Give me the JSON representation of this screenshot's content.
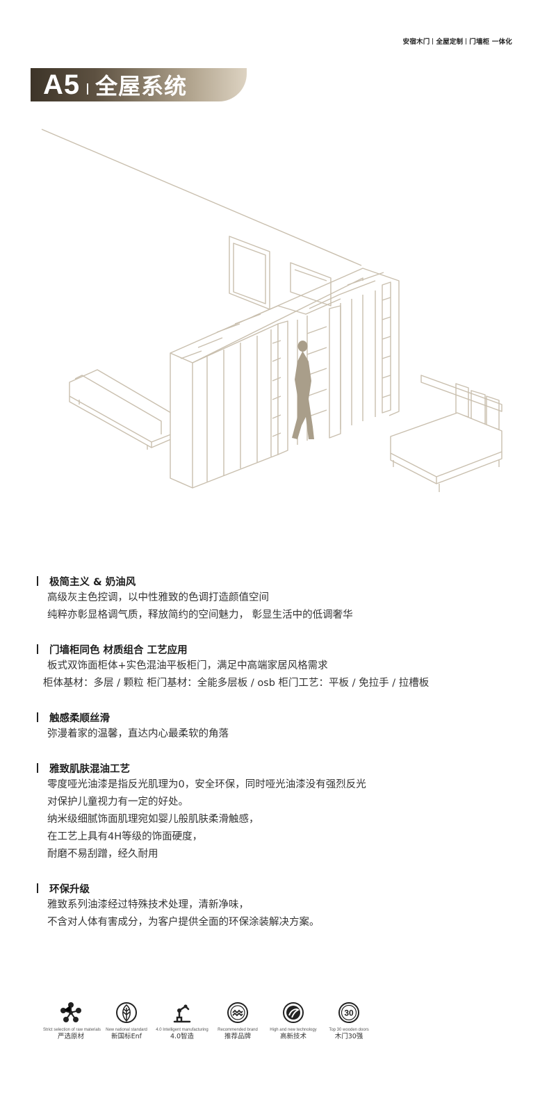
{
  "brand": {
    "name": "安宿木门",
    "part2": "全屋定制",
    "part3": "门墙柜 一体化"
  },
  "title": {
    "code": "A5",
    "text": "全屋系统"
  },
  "sections": [
    {
      "title": "极简主义 & 奶油风",
      "lines": [
        "高级灰主色控调，以中性雅致的色调打造颜值空间",
        "纯粹亦彰显格调气质，释放简约的空间魅力， 彰显生活中的低调奢华"
      ]
    },
    {
      "title": "门墙柜同色 材质组合 工艺应用",
      "lines": [
        "板式双饰面柜体+实色混油平板柜门，满足中高端家居风格需求",
        "柜体基材：多层 / 颗粒   柜门基材：全能多层板 / osb   柜门工艺：平板 / 免拉手 / 拉槽板"
      ]
    },
    {
      "title": "触感柔顺丝滑",
      "lines": [
        "弥漫着家的温馨，直达内心最柔软的角落"
      ]
    },
    {
      "title": "雅致肌肤混油工艺",
      "lines": [
        "零度哑光油漆是指反光肌理为0，安全环保，同时哑光油漆没有强烈反光",
        "对保护儿童视力有一定的好处。",
        "纳米级细腻饰面肌理宛如婴儿般肌肤柔滑触感，",
        "在工艺上具有4H等级的饰面硬度，",
        "耐磨不易刮蹭，经久耐用"
      ]
    },
    {
      "title": "环保升级",
      "lines": [
        "雅致系列油漆经过特殊技术处理，清新净味，",
        "不含对人体有害成分，为客户提供全面的环保涂装解决方案。"
      ]
    }
  ],
  "badges": [
    {
      "icon": "raw-materials-icon",
      "en": "Strict selection of raw materials",
      "cn": "严选原材"
    },
    {
      "icon": "leaf-icon",
      "en": "New national standard",
      "cn": "新国标Enf"
    },
    {
      "icon": "robot-arm-icon",
      "en": "4.0 Intelligent manufacturing",
      "cn": "4.0智造"
    },
    {
      "icon": "brand-seal-icon",
      "en": "Recommended brand",
      "cn": "推荐品牌"
    },
    {
      "icon": "technology-icon",
      "en": "High and new technology",
      "cn": "高新技术"
    },
    {
      "icon": "top30-icon",
      "en": "Top 30 wooden doors",
      "cn": "木门30强",
      "number": "30"
    }
  ]
}
